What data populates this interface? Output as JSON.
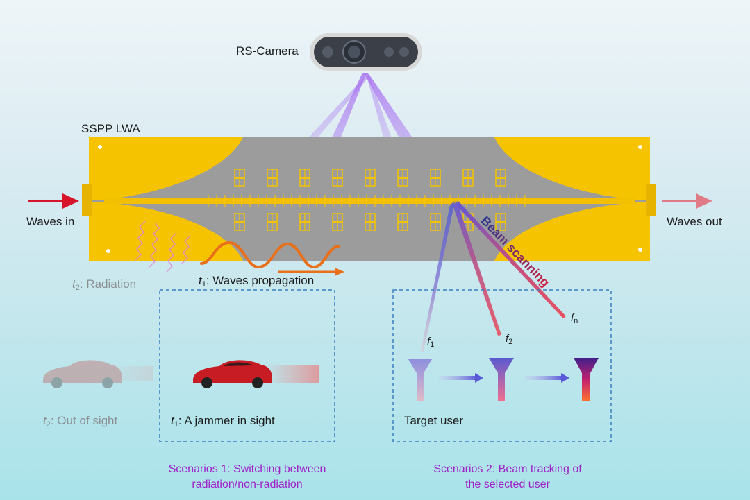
{
  "labels": {
    "camera": "RS-Camera",
    "antenna": "SSPP LWA",
    "waves_in": "Waves in",
    "waves_out": "Waves out",
    "beam_scanning": "Beam scanning",
    "t2_radiation_var": "t",
    "t2_radiation_sub": "2",
    "t2_radiation_text": ": Radiation",
    "t1_prop_var": "t",
    "t1_prop_sub": "1",
    "t1_prop_text": ": Waves propagation",
    "t2_out_var": "t",
    "t2_out_sub": "2",
    "t2_out_text": ": Out of sight",
    "t1_jam_var": "t",
    "t1_jam_sub": "1",
    "t1_jam_text": ": A jammer in sight",
    "target_user": "Target user",
    "f1_var": "f",
    "f1_sub": "1",
    "f2_var": "f",
    "f2_sub": "2",
    "fn_var": "f",
    "fn_sub": "n"
  },
  "captions": {
    "scenario1_line1": "Scenarios 1: Switching between",
    "scenario1_line2": "radiation/non-radiation",
    "scenario2_line1": "Scenarios 2: Beam tracking of",
    "scenario2_line2": "the selected user"
  },
  "colors": {
    "board_gold": "#f5c300",
    "board_gray": "#9a9a9a",
    "arrow_in": "#d8142a",
    "arrow_out": "#e07a86",
    "propagation": "#e8701a",
    "radiation_wave": "#e080d8",
    "beam_blue": "#5c63d8",
    "beam_red": "#e0505a",
    "camera_light": "#a060f0",
    "caption_purple": "#a020c8",
    "box_dash": "#3a7fc0"
  }
}
